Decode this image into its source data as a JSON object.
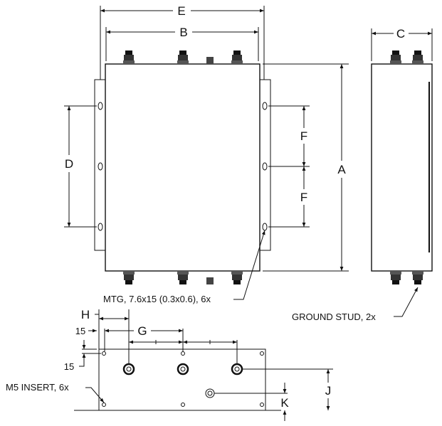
{
  "dimensions": {
    "A": "A",
    "B": "B",
    "C": "C",
    "D": "D",
    "E": "E",
    "F": "F",
    "G": "G",
    "H": "H",
    "J": "J",
    "K": "K"
  },
  "notes": {
    "mtg": "MTG, 7.6x15 (0.3x0.6), 6x",
    "ground_stud": "GROUND STUD, 2x",
    "m5_insert": "M5 INSERT, 6x",
    "offset_15_horizontal": "15",
    "offset_15_vertical": "15"
  }
}
